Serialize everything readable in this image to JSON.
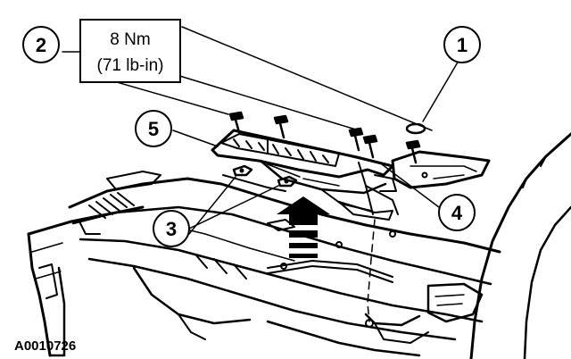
{
  "figure_id": "A0010726",
  "torque_spec": {
    "line1": "8 Nm",
    "line2": "(71 lb-in)"
  },
  "callouts": [
    {
      "label": "1",
      "part": "cap"
    },
    {
      "label": "2",
      "part": "torque-spec"
    },
    {
      "label": "3",
      "part": "nuts"
    },
    {
      "label": "4",
      "part": "bracket"
    },
    {
      "label": "5",
      "part": "cowl-grille"
    }
  ],
  "direction_arrow": "up-removal-arrow",
  "colors": {
    "ink": "#000000",
    "paper": "#ffffff"
  }
}
